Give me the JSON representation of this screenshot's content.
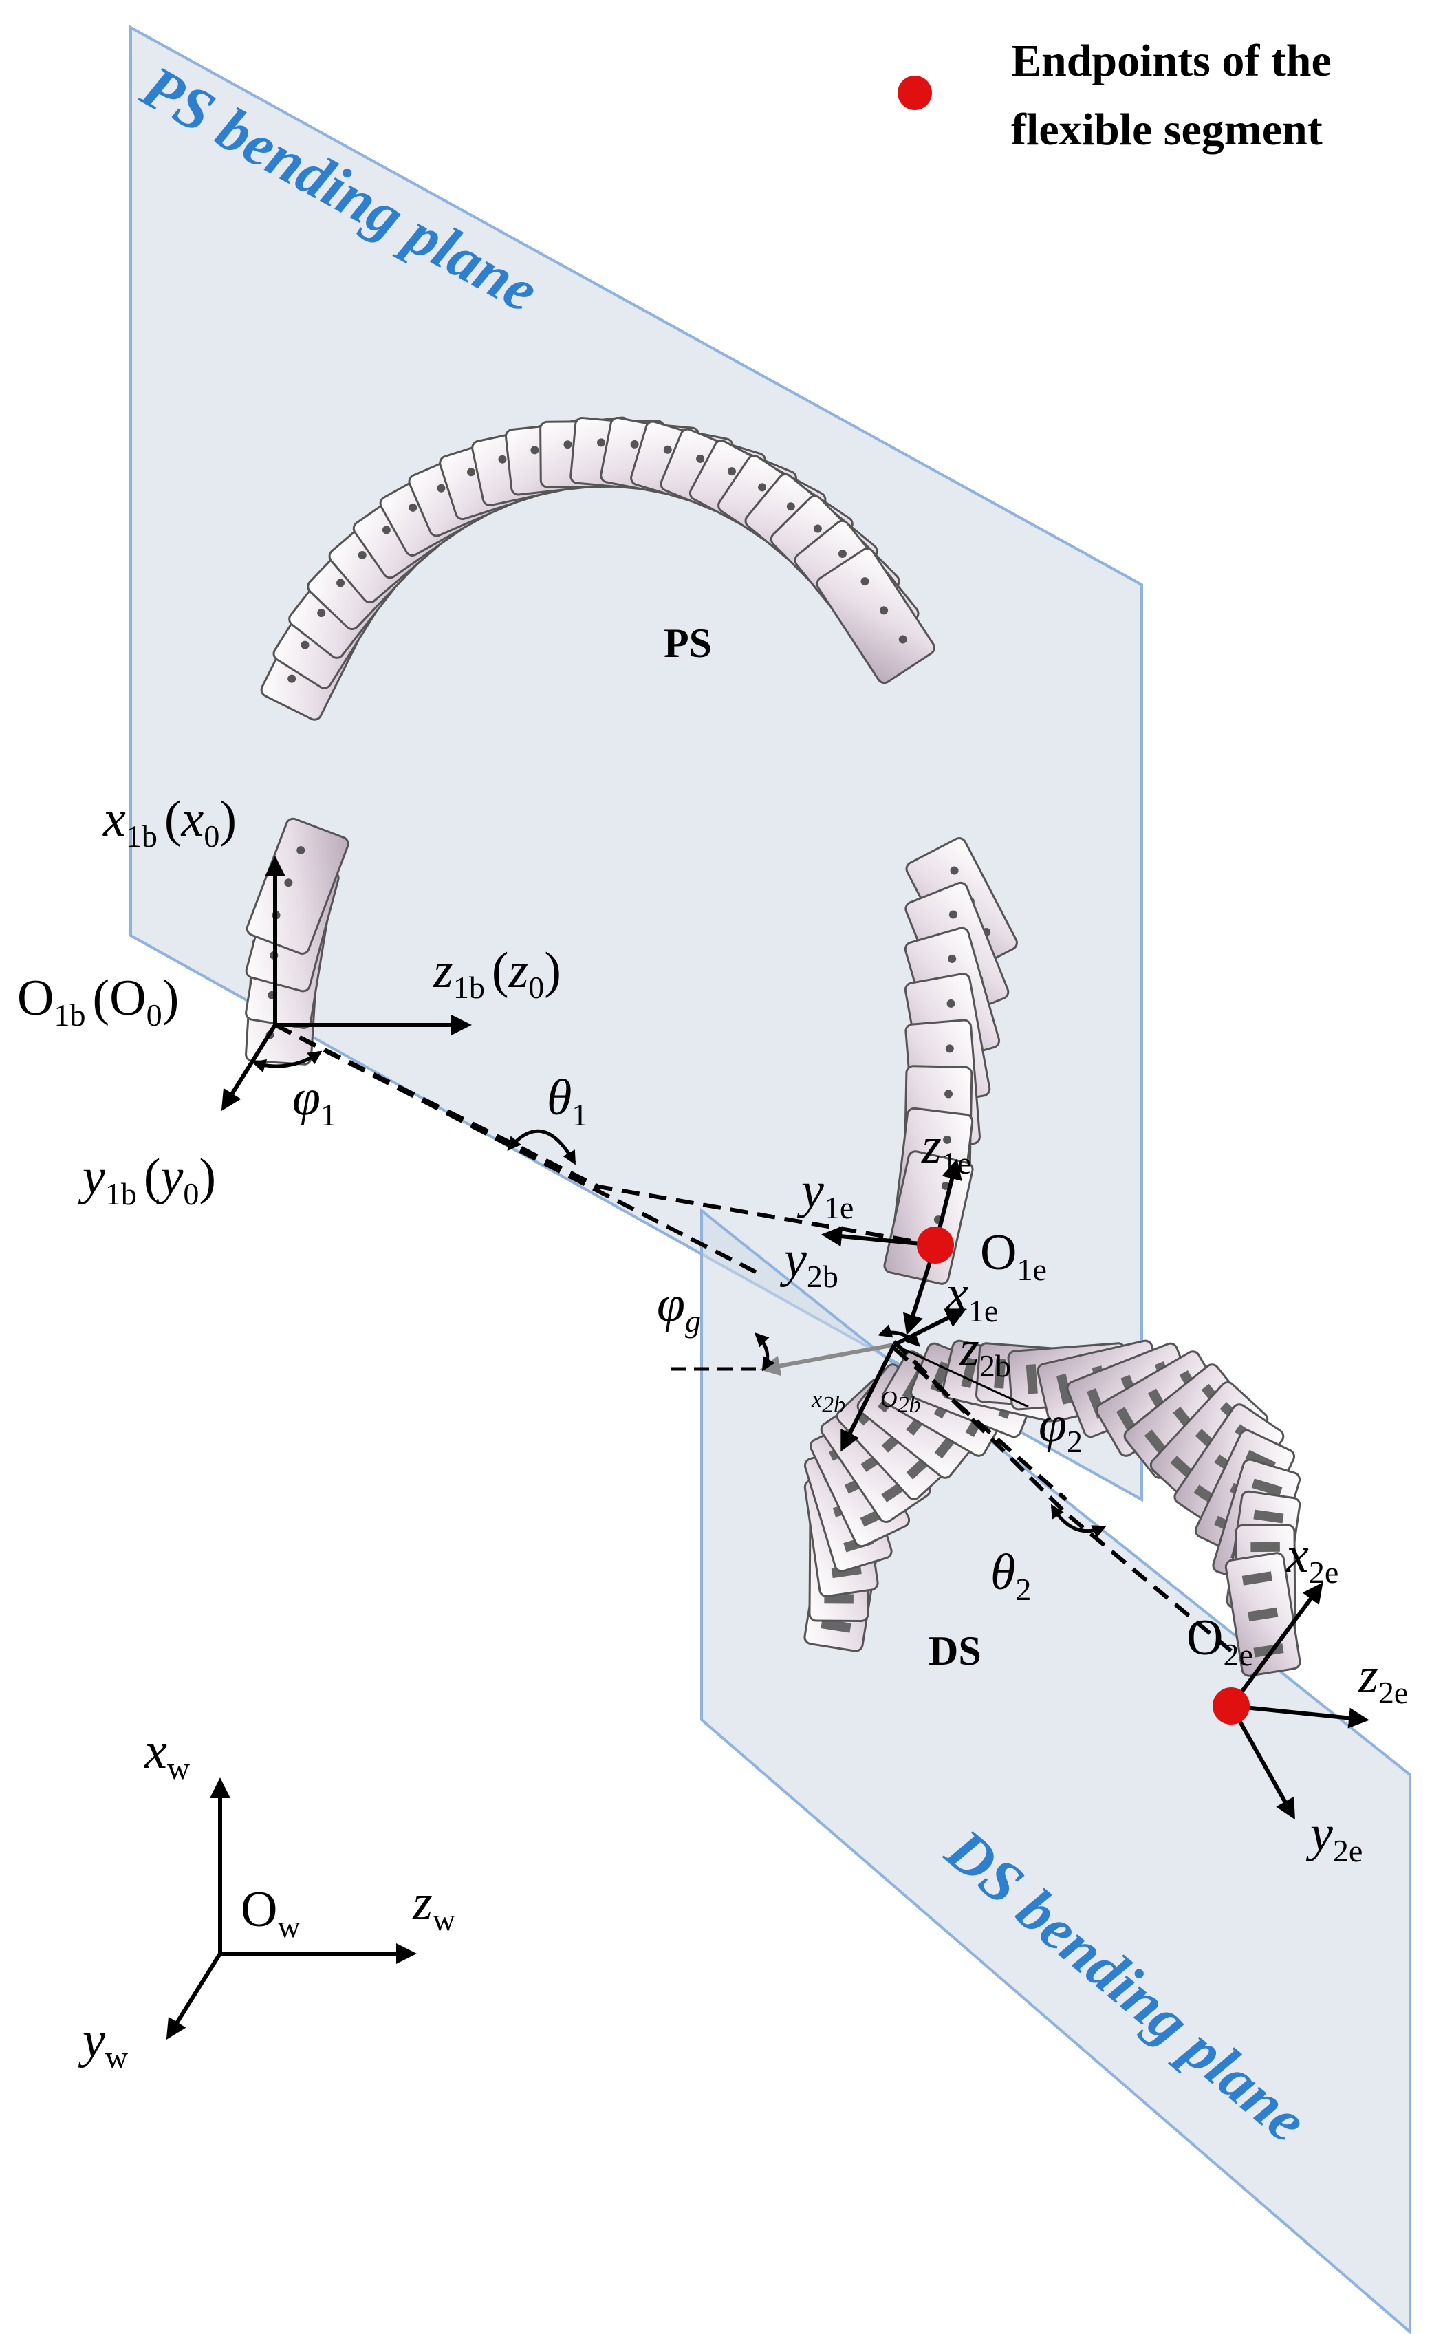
{
  "legend": {
    "line1": "Endpoints of the",
    "line2": "flexible segment",
    "marker_color": "#e01010"
  },
  "planes": {
    "ps_title": "PS bending plane",
    "ds_title": "DS bending plane",
    "fill_color": "#cfd8e6",
    "edge_color": "#8fb2de",
    "title_color": "#2f7fcf"
  },
  "segments": {
    "ps_label": "PS",
    "ds_label": "DS"
  },
  "frames": {
    "x1b": {
      "main": "x",
      "sub": "1b",
      "paren_main": "x",
      "paren_sub": "0"
    },
    "z1b": {
      "main": "z",
      "sub": "1b",
      "paren_main": "z",
      "paren_sub": "0"
    },
    "y1b": {
      "main": "y",
      "sub": "1b",
      "paren_main": "y",
      "paren_sub": "0"
    },
    "o1b": {
      "main": "O",
      "sub": "1b",
      "paren_main": "O",
      "paren_sub": "0"
    },
    "z1e": {
      "main": "z",
      "sub": "1e"
    },
    "y1e": {
      "main": "y",
      "sub": "1e"
    },
    "x1e": {
      "main": "x",
      "sub": "1e"
    },
    "o1e": {
      "main": "O",
      "sub": "1e"
    },
    "y2b": {
      "main": "y",
      "sub": "2b"
    },
    "z2b": {
      "main": "z",
      "sub": "2b"
    },
    "x2b": {
      "main": "x",
      "sub": "2b"
    },
    "o2b": {
      "main": "O",
      "sub": "2b"
    },
    "x2e": {
      "main": "x",
      "sub": "2e"
    },
    "z2e": {
      "main": "z",
      "sub": "2e"
    },
    "y2e": {
      "main": "y",
      "sub": "2e"
    },
    "o2e": {
      "main": "O",
      "sub": "2e"
    },
    "xw": {
      "main": "x",
      "sub": "w"
    },
    "zw": {
      "main": "z",
      "sub": "w"
    },
    "yw": {
      "main": "y",
      "sub": "w"
    },
    "ow": {
      "main": "O",
      "sub": "w"
    }
  },
  "angles": {
    "phi1": {
      "main": "φ",
      "sub": "1"
    },
    "theta1": {
      "main": "θ",
      "sub": "1"
    },
    "phig": {
      "main": "φ",
      "sub": "g"
    },
    "phi2": {
      "main": "φ",
      "sub": "2"
    },
    "theta2": {
      "main": "θ",
      "sub": "2"
    }
  }
}
